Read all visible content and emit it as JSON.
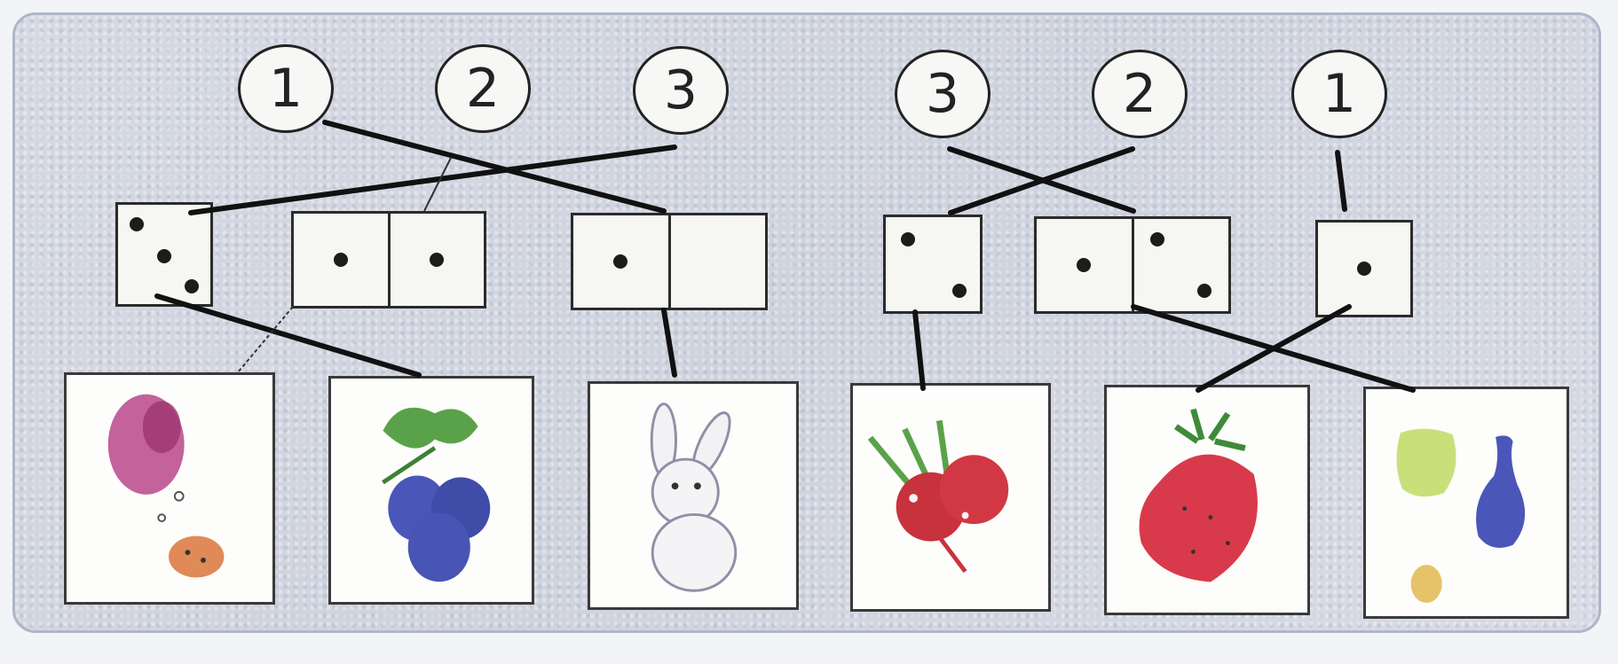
{
  "numbers": [
    "1",
    "2",
    "3",
    "3",
    "2",
    "1"
  ],
  "dice_pips": [
    3,
    2,
    1,
    2,
    3,
    1
  ],
  "pictures": [
    "flower-and-bug",
    "plums",
    "bunny",
    "radishes",
    "strawberry",
    "jars-and-vase"
  ],
  "colors": {
    "panel": "#d3d6e0",
    "ink": "#1c1c1c",
    "card": "#fdfdfb"
  }
}
